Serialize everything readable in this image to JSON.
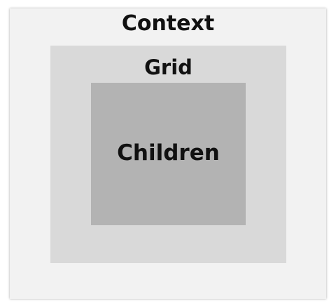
{
  "diagram": {
    "context": {
      "label": "Context",
      "fill": "#f2f2f2"
    },
    "grid": {
      "label": "Grid",
      "fill": "#d9d9d9"
    },
    "children": {
      "label": "Children",
      "fill": "#b3b3b3"
    }
  }
}
